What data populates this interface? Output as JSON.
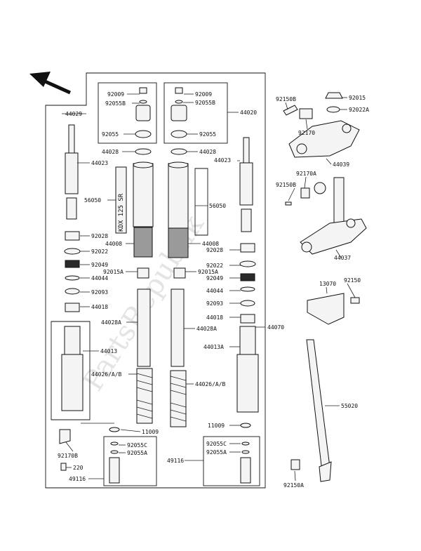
{
  "watermark": "PartsRepublik",
  "decal_text": "KDX 125 SR",
  "icons": {
    "direction_arrow": "front-arrow-icon"
  },
  "labels": {
    "l92009_left": "92009",
    "l92055B_left": "92055B",
    "l92055_left": "92055",
    "l44029": "44029",
    "l44028_left": "44028",
    "l44023_left": "44023",
    "l56050_left": "56050",
    "l92028_left": "92028",
    "l92022_left": "92022",
    "l92049_left": "92049",
    "l44044_left": "44044",
    "l92093_left": "92093",
    "l44018_left": "44018",
    "l44008_left": "44008",
    "l92015A_left": "92015A",
    "l44028A_left": "44028A",
    "l44013": "44013",
    "l44026_left": "44026/A/B",
    "l11009_left": "11009",
    "l92170B": "92170B",
    "l220": "220",
    "l92055C_left": "92055C",
    "l92055A_left": "92055A",
    "l49116_left": "49116",
    "l92009_right": "92009",
    "l92055B_right": "92055B",
    "l44020": "44020",
    "l92055_right": "92055",
    "l44028_right": "44028",
    "l44023_right": "44023",
    "l56050_right": "56050",
    "l44008_right": "44008",
    "l92028_right": "92028",
    "l92015A_right": "92015A",
    "l92022_right": "92022",
    "l92049_right": "92049",
    "l44044_right": "44044",
    "l92093_right": "92093",
    "l44018_right": "44018",
    "l44028A_right": "44028A",
    "l44013A": "44013A",
    "l44026_right": "44026/A/B",
    "l44070": "44070",
    "l11009_right": "11009",
    "l92055C_right": "92055C",
    "l92055A_right": "92055A",
    "l49116_right": "49116",
    "l92150B_top": "92150B",
    "l92015": "92015",
    "l92022A": "92022A",
    "l92170": "92170",
    "l44039": "44039",
    "l92170A": "92170A",
    "l92150B_mid": "92150B",
    "l44037": "44037",
    "l13070": "13070",
    "l92150": "92150",
    "l55020": "55020",
    "l92150A": "92150A"
  }
}
